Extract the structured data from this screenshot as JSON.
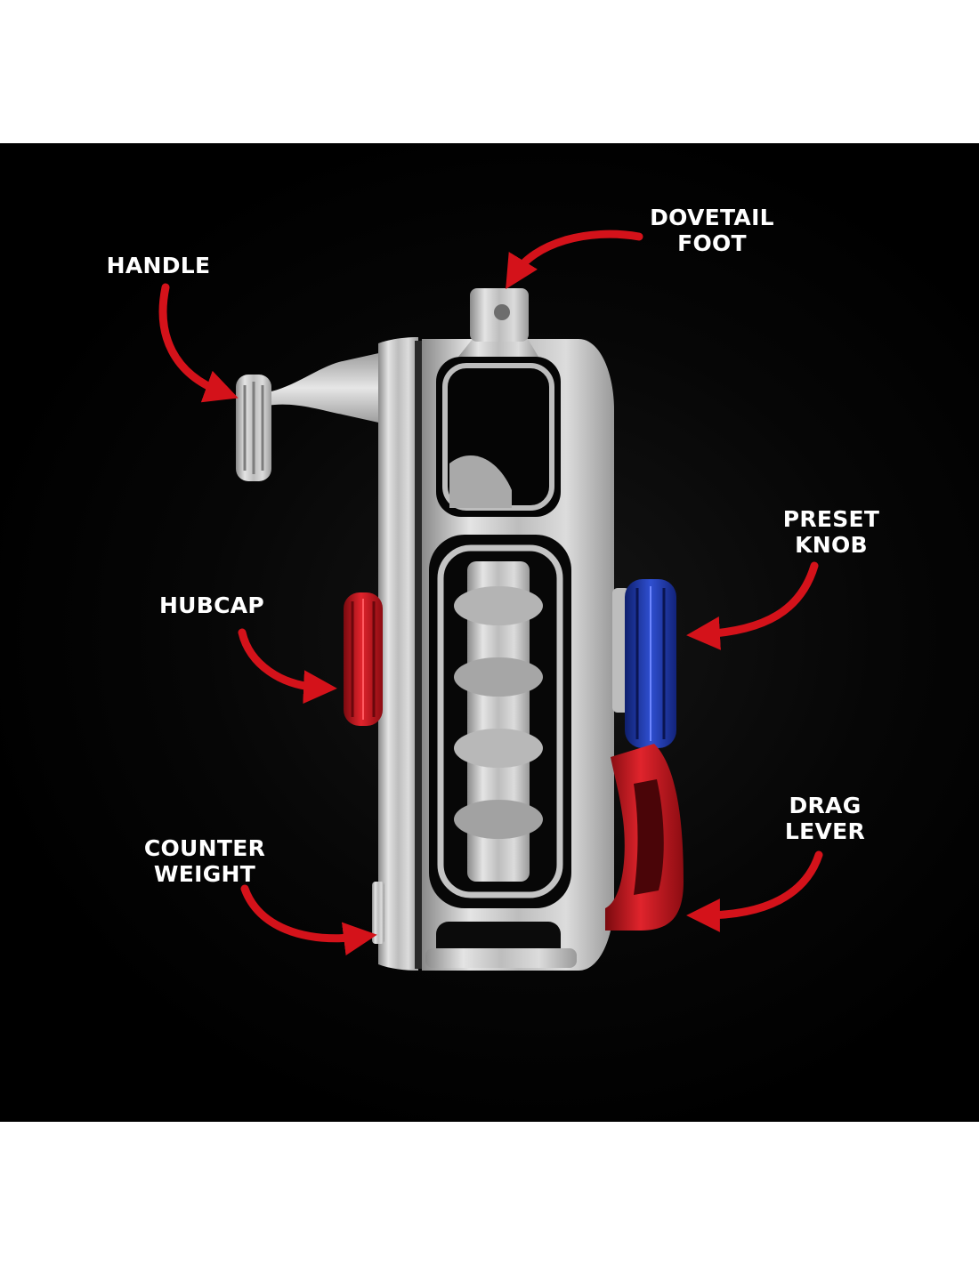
{
  "labels": {
    "handle": "HANDLE",
    "dovetail_line1": "DOVETAIL",
    "dovetail_line2": "FOOT",
    "preset_line1": "PRESET",
    "preset_line2": "KNOB",
    "hubcap": "HUBCAP",
    "drag_line1": "DRAG",
    "drag_line2": "LEVER",
    "counter_line1": "COUNTER",
    "counter_line2": "WEIGHT"
  },
  "colors": {
    "background": "#000000",
    "arrow": "#d4121a",
    "label_text": "#ffffff",
    "hubcap": "#c0141c",
    "preset_knob": "#1f3aa8",
    "drag_lever": "#b3121a",
    "reel_body": "#c8c8c8"
  }
}
